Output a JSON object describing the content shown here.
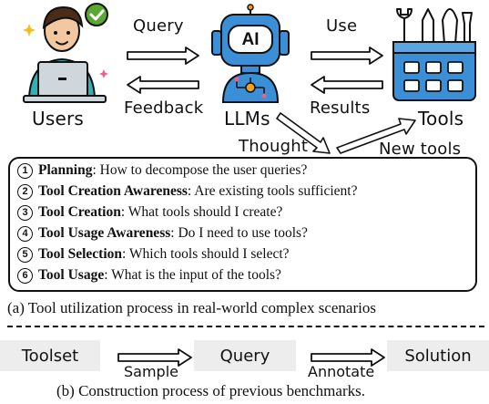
{
  "top": {
    "users_label": "Users",
    "llms_label": "LLMs",
    "tools_label": "Tools",
    "ai_badge": "AI",
    "query_label": "Query",
    "feedback_label": "Feedback",
    "use_label": "Use",
    "results_label": "Results",
    "thought_label": "Thought",
    "new_tools_label": "New tools"
  },
  "steps": [
    {
      "num": "1",
      "title": "Planning",
      "text": ": How to decompose the user queries?"
    },
    {
      "num": "2",
      "title": "Tool Creation Awareness",
      "text": ": Are existing tools sufficient?"
    },
    {
      "num": "3",
      "title": "Tool Creation",
      "text": ": What tools should I create?"
    },
    {
      "num": "4",
      "title": "Tool Usage Awareness",
      "text": ": Do I need to use tools?"
    },
    {
      "num": "5",
      "title": "Tool Selection",
      "text": ": Which tools should I select?"
    },
    {
      "num": "6",
      "title": "Tool Usage",
      "text": ": What is the input of the tools?"
    }
  ],
  "caption_a": "(a) Tool utilization process in real-world complex scenarios",
  "bench": {
    "toolset": "Toolset",
    "query": "Query",
    "solution": "Solution",
    "sample_label": "Sample",
    "annotate_label": "Annotate"
  },
  "caption_b": "(b) Construction process of previous benchmarks.",
  "colors": {
    "skin": "#f3c8a0",
    "hair": "#4a2c1a",
    "shirt": "#35b0b0",
    "check": "#5aa832",
    "robot_blue": "#3b8fd6",
    "tools_box": "#3b8fd6",
    "gray_box": "#ededed",
    "accent_orange": "#f0a020"
  }
}
